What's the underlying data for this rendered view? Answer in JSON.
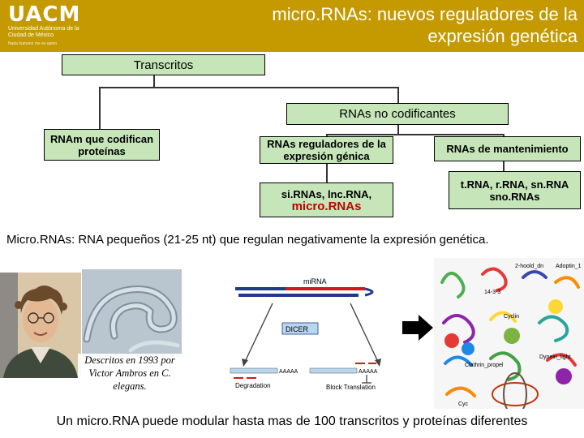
{
  "header": {
    "logo_main": "UACM",
    "logo_sub": "Universidad Autónoma de la Ciudad de México",
    "logo_motto": "Nada humano me es ajeno",
    "title": "micro.RNAs: nuevos reguladores de la expresión genética"
  },
  "diagram": {
    "root": "Transcritos",
    "coding": "RNAm que codifican proteínas",
    "noncoding": "RNAs no codificantes",
    "regulatory": "RNAs reguladores de la expresión génica",
    "regulatory_examples": "si.RNAs, lnc.RNA,",
    "regulatory_highlight": "micro.RNAs",
    "maintenance": "RNAs de mantenimiento",
    "maintenance_examples": "t.RNA, r.RNA, sn.RNA sno.RNAs"
  },
  "definition": {
    "term": "Micro.RNAs",
    "text": ": RNA pequeños (21-25 nt) que regulan negativamente la expresión genética."
  },
  "figure": {
    "caption": "Descritos en 1993 por Victor Ambros en C. elegans.",
    "mirna_label": "miRNA",
    "dicer_label": "DICER",
    "degradation_label": "Degradation",
    "block_label": "Block Translation",
    "polya_left": "AAAAA",
    "polya_right": "AAAAA",
    "protein_labels": [
      "2-hoold_dn",
      "Adoptin_1",
      "14-3-3",
      "Cyclin",
      "Clathrin_propel",
      "Dynein_light",
      "Cyc"
    ]
  },
  "footer": {
    "text": "Un micro.RNA puede modular hasta mas de 100 transcritos y proteínas diferentes"
  }
}
